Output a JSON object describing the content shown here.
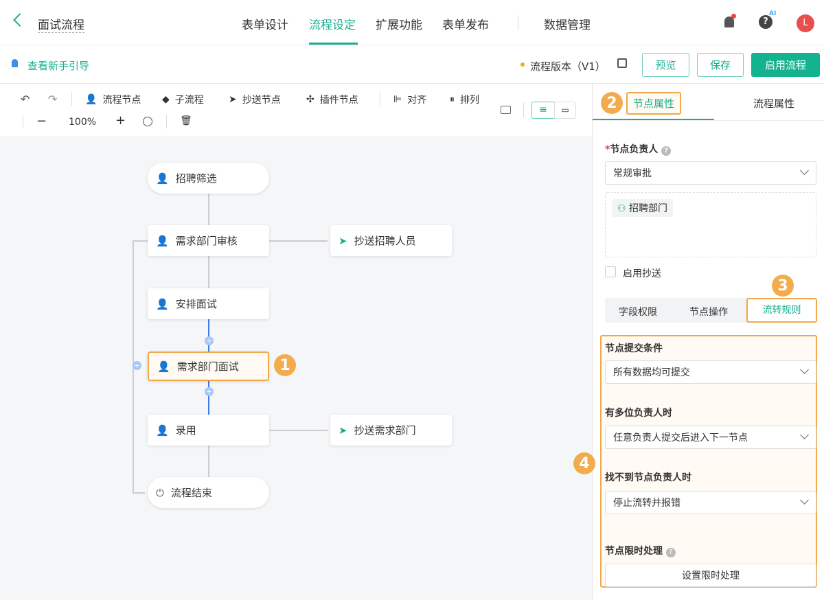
{
  "header": {
    "back_label": "面试流程",
    "tabs": [
      "表单设计",
      "流程设定",
      "扩展功能",
      "表单发布",
      "数据管理"
    ],
    "active_tab": 1,
    "ai_badge": "AI",
    "avatar": "L"
  },
  "subbar": {
    "guide": "查看新手引导",
    "version": "流程版本（V1）",
    "preview": "预览",
    "save": "保存",
    "enable": "启用流程"
  },
  "toolbar": {
    "flow_node": "流程节点",
    "sub_flow": "子流程",
    "cc_node": "抄送节点",
    "plugin_node": "插件节点",
    "align": "对齐",
    "arrange": "排列",
    "zoom": "100%"
  },
  "nodes": {
    "n1": "招聘筛选",
    "n2": "需求部门审核",
    "n3": "抄送招聘人员",
    "n4": "安排面试",
    "n5": "需求部门面试",
    "n6": "录用",
    "n7": "抄送需求部门",
    "n8": "流程结束"
  },
  "badges": [
    "1",
    "2",
    "3",
    "4"
  ],
  "panel": {
    "tab_node": "节点属性",
    "tab_flow": "流程属性",
    "owner_label": "节点负责人",
    "required": "*",
    "owner_type": "常规审批",
    "owner_tag": "招聘部门",
    "cc_enable": "启用抄送",
    "subtabs": [
      "字段权限",
      "节点操作",
      "流转规则"
    ],
    "submit_label": "节点提交条件",
    "submit_value": "所有数据均可提交",
    "multi_label": "有多位负责人时",
    "multi_value": "任意负责人提交后进入下一节点",
    "notfound_label": "找不到节点负责人时",
    "notfound_value": "停止流转并报错",
    "timeout_label": "节点限时处理",
    "timeout_button": "设置限时处理"
  },
  "colors": {
    "accent": "#1aae8f",
    "highlight": "#f2ac4d"
  }
}
